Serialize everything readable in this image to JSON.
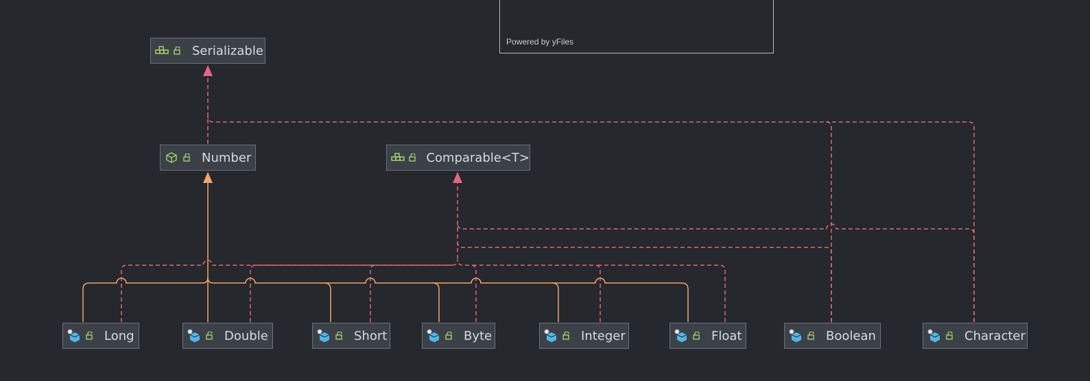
{
  "overview": {
    "powered_by": "Powered by yFiles"
  },
  "colors": {
    "background": "#25282d",
    "node_fill": "#3c4148",
    "node_border": "#6c727a",
    "implements_edge": "#e8667e",
    "extends_edge": "#f5a565",
    "icon_green": "#a5d06b",
    "icon_blue": "#4cb8ec"
  },
  "nodes": [
    {
      "id": "serializable",
      "label": "Serializable",
      "kind": "interface"
    },
    {
      "id": "number",
      "label": "Number",
      "kind": "abstract-class"
    },
    {
      "id": "comparable",
      "label": "Comparable<T>",
      "kind": "interface"
    },
    {
      "id": "long",
      "label": "Long",
      "kind": "final-class"
    },
    {
      "id": "double",
      "label": "Double",
      "kind": "final-class"
    },
    {
      "id": "short",
      "label": "Short",
      "kind": "final-class"
    },
    {
      "id": "byte",
      "label": "Byte",
      "kind": "final-class"
    },
    {
      "id": "integer",
      "label": "Integer",
      "kind": "final-class"
    },
    {
      "id": "float",
      "label": "Float",
      "kind": "final-class"
    },
    {
      "id": "boolean",
      "label": "Boolean",
      "kind": "final-class"
    },
    {
      "id": "character",
      "label": "Character",
      "kind": "final-class"
    }
  ],
  "edges": [
    {
      "from": "number",
      "to": "serializable",
      "type": "implements"
    },
    {
      "from": "boolean",
      "to": "serializable",
      "type": "implements"
    },
    {
      "from": "character",
      "to": "serializable",
      "type": "implements"
    },
    {
      "from": "long",
      "to": "number",
      "type": "extends"
    },
    {
      "from": "double",
      "to": "number",
      "type": "extends"
    },
    {
      "from": "short",
      "to": "number",
      "type": "extends"
    },
    {
      "from": "byte",
      "to": "number",
      "type": "extends"
    },
    {
      "from": "integer",
      "to": "number",
      "type": "extends"
    },
    {
      "from": "float",
      "to": "number",
      "type": "extends"
    },
    {
      "from": "long",
      "to": "comparable",
      "type": "implements"
    },
    {
      "from": "double",
      "to": "comparable",
      "type": "implements"
    },
    {
      "from": "short",
      "to": "comparable",
      "type": "implements"
    },
    {
      "from": "byte",
      "to": "comparable",
      "type": "implements"
    },
    {
      "from": "integer",
      "to": "comparable",
      "type": "implements"
    },
    {
      "from": "float",
      "to": "comparable",
      "type": "implements"
    },
    {
      "from": "boolean",
      "to": "comparable",
      "type": "implements"
    },
    {
      "from": "character",
      "to": "comparable",
      "type": "implements"
    }
  ]
}
